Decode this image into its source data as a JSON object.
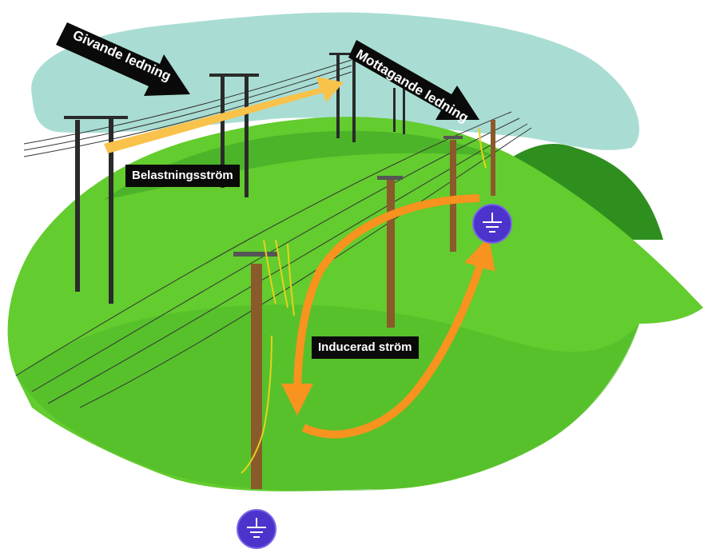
{
  "labels": {
    "givande": "Givande ledning",
    "mottagande": "Mottagande ledning",
    "belastning": "Belastningsström",
    "inducerad": "Inducerad ström"
  },
  "colors": {
    "sky": "#a9ddd3",
    "grass_light": "#63cc2e",
    "grass_mid": "#4fb82a",
    "grass_dark": "#2e8f1f",
    "pole": "#8a5a2b",
    "arrow_orange": "#f7931e",
    "arrow_pale": "#f9c24a",
    "label_bg": "#0a0a0a",
    "ground_symbol": "#4b33cc"
  },
  "icons": [
    "ground-symbol-icon",
    "utility-pole-icon",
    "arrow-icon"
  ]
}
